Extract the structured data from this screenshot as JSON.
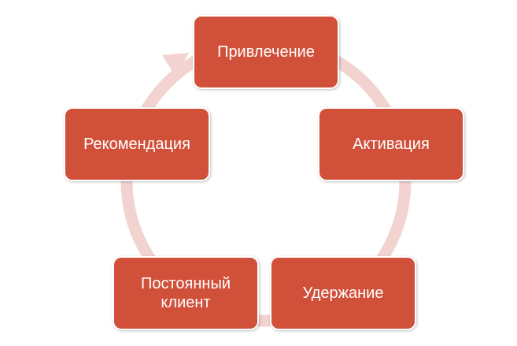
{
  "diagram": {
    "type": "cycle",
    "colors": {
      "box_fill": "#d1503a",
      "box_border": "#ffffff",
      "label_text": "#ffffff",
      "ring": "#f2d3cf"
    },
    "stages": [
      {
        "label": "Привлечение"
      },
      {
        "label": "Активация"
      },
      {
        "label": "Удержание"
      },
      {
        "label": "Постоянный\nклиент"
      },
      {
        "label": "Рекомендация"
      }
    ]
  }
}
